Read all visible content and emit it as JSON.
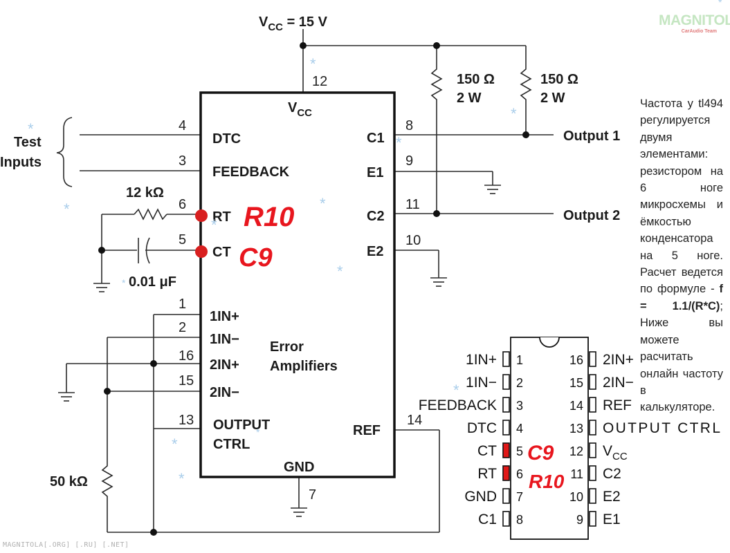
{
  "schematic": {
    "supply_label": "V",
    "supply_sub": "CC",
    "supply_value": " = 15 V",
    "pin12": "12",
    "vcc_pin_label": "V",
    "vcc_pin_sub": "CC",
    "res1_value": "150 Ω",
    "res1_power": "2 W",
    "res2_value": "150 Ω",
    "res2_power": "2 W",
    "test_inputs_1": "Test",
    "test_inputs_2": "Inputs",
    "pin4": "4",
    "dtc": "DTC",
    "pin3": "3",
    "feedback": "FEEDBACK",
    "rt_res_value": "12 kΩ",
    "pin6": "6",
    "rt": "RT",
    "pin5": "5",
    "ct": "CT",
    "ct_cap_value": "0.01 μF",
    "pin1": "1",
    "in1p": "1IN+",
    "pin2": "2",
    "in1m": "1IN−",
    "pin16": "16",
    "in2p": "2IN+",
    "pin15": "15",
    "in2m": "2IN−",
    "error_amp_1": "Error",
    "error_amp_2": "Amplifiers",
    "pin13": "13",
    "output_ctrl_1": "OUTPUT",
    "output_ctrl_2": "CTRL",
    "pot_value": "50 kΩ",
    "gnd": "GND",
    "pin7": "7",
    "c1": "C1",
    "pin8": "8",
    "output1": "Output 1",
    "e1": "E1",
    "pin9": "9",
    "c2": "C2",
    "pin11": "11",
    "output2": "Output 2",
    "e2": "E2",
    "pin10": "10",
    "ref": "REF",
    "pin14": "14",
    "annot_r10": "R10",
    "annot_c9": "C9"
  },
  "pinout": {
    "left": [
      {
        "name": "1IN+",
        "num": "1"
      },
      {
        "name": "1IN−",
        "num": "2"
      },
      {
        "name": "FEEDBACK",
        "num": "3"
      },
      {
        "name": "DTC",
        "num": "4"
      },
      {
        "name": "CT",
        "num": "5"
      },
      {
        "name": "RT",
        "num": "6"
      },
      {
        "name": "GND",
        "num": "7"
      },
      {
        "name": "C1",
        "num": "8"
      }
    ],
    "right": [
      {
        "name": "2IN+",
        "num": "16"
      },
      {
        "name": "2IN−",
        "num": "15"
      },
      {
        "name": "REF",
        "num": "14"
      },
      {
        "name": "OUTPUT CTRL",
        "num": "13"
      },
      {
        "name": "V",
        "sub": "CC",
        "num": "12"
      },
      {
        "name": "C2",
        "num": "11"
      },
      {
        "name": "E2",
        "num": "10"
      },
      {
        "name": "E1",
        "num": "9"
      }
    ],
    "annot_c9": "C9",
    "annot_r10": "R10"
  },
  "description": {
    "text_before_bold": "Частота у tl494 регулируется двумя элементами: резистором на 6 ноге микросхемы и ёмкостью конденсатора на 5 ноге. Расчет ведется по формуле - ",
    "formula": "f = 1.1/(R*C)",
    "text_after_bold": "; Ниже вы можете расчитать онлайн частоту в калькуляторе."
  },
  "logo": {
    "main": "MAGNITOLA",
    "sub": "CarAudio Team"
  },
  "watermark": "MAGNITOLA[.ORG] [.RU] [.NET]",
  "colors": {
    "annotation_red": "#e8161e",
    "pin_marker": "#d81f1f",
    "snow": "#a9cdea",
    "line": "#2a2a2a"
  }
}
